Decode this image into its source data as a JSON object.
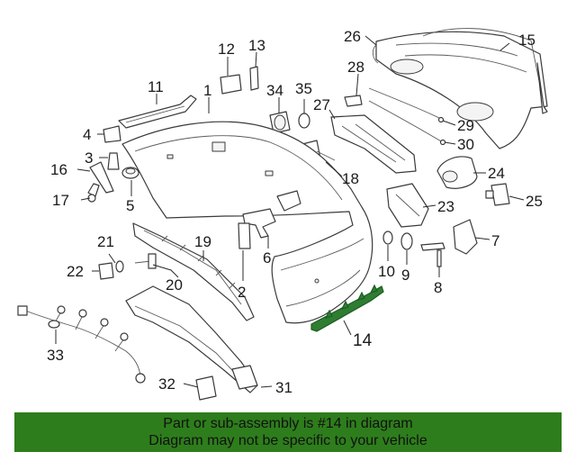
{
  "diagram": {
    "callouts": [
      {
        "id": "c1",
        "label": "1"
      },
      {
        "id": "c2",
        "label": "2"
      },
      {
        "id": "c3",
        "label": "3"
      },
      {
        "id": "c4",
        "label": "4"
      },
      {
        "id": "c5",
        "label": "5"
      },
      {
        "id": "c6",
        "label": "6"
      },
      {
        "id": "c7",
        "label": "7"
      },
      {
        "id": "c8",
        "label": "8"
      },
      {
        "id": "c9",
        "label": "9"
      },
      {
        "id": "c10",
        "label": "10"
      },
      {
        "id": "c11",
        "label": "11"
      },
      {
        "id": "c12",
        "label": "12"
      },
      {
        "id": "c13",
        "label": "13"
      },
      {
        "id": "c14",
        "label": "14"
      },
      {
        "id": "c15",
        "label": "15"
      },
      {
        "id": "c16",
        "label": "16"
      },
      {
        "id": "c17",
        "label": "17"
      },
      {
        "id": "c18",
        "label": "18"
      },
      {
        "id": "c19",
        "label": "19"
      },
      {
        "id": "c20",
        "label": "20"
      },
      {
        "id": "c21",
        "label": "21"
      },
      {
        "id": "c22",
        "label": "22"
      },
      {
        "id": "c23",
        "label": "23"
      },
      {
        "id": "c24",
        "label": "24"
      },
      {
        "id": "c25",
        "label": "25"
      },
      {
        "id": "c26",
        "label": "26"
      },
      {
        "id": "c27",
        "label": "27"
      },
      {
        "id": "c28",
        "label": "28"
      },
      {
        "id": "c29",
        "label": "29"
      },
      {
        "id": "c30",
        "label": "30"
      },
      {
        "id": "c31",
        "label": "31"
      },
      {
        "id": "c32",
        "label": "32"
      },
      {
        "id": "c33",
        "label": "33"
      },
      {
        "id": "c34",
        "label": "34"
      },
      {
        "id": "c35",
        "label": "35"
      }
    ],
    "highlighted_part": "14",
    "highlight_color": "#2f7d32"
  },
  "banner": {
    "line1": "Part or sub-assembly is #14 in diagram",
    "line2": "Diagram may not be specific to your vehicle",
    "background": "#2e7d1c"
  }
}
